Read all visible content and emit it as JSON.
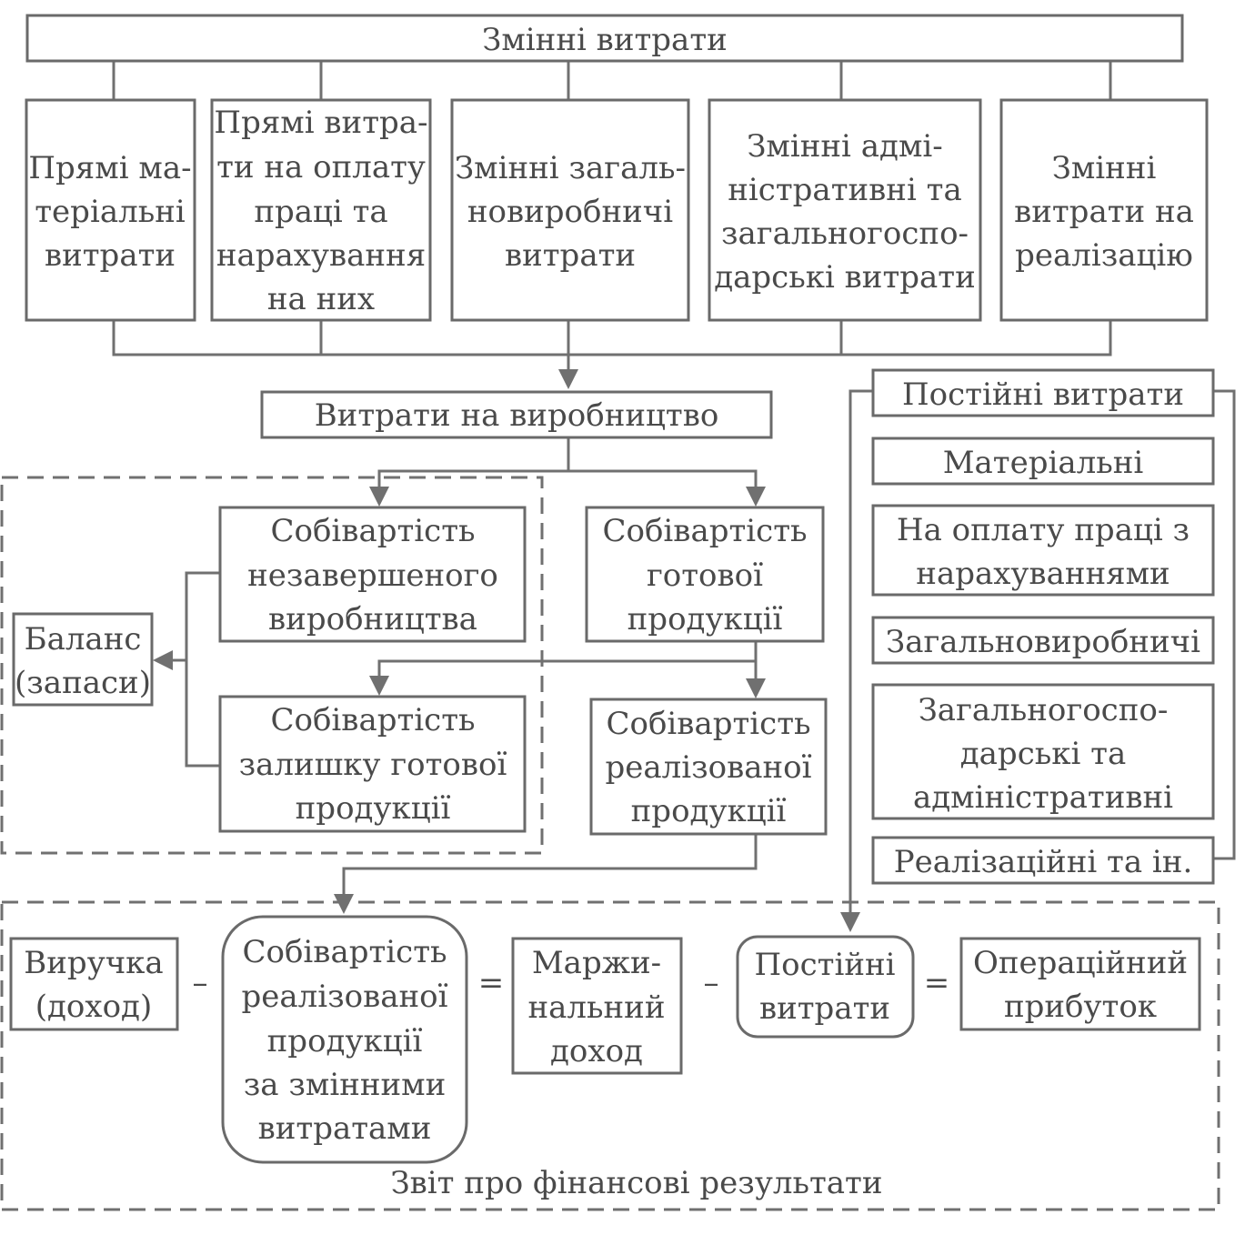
{
  "variable_costs": {
    "title": "Змінні витрати",
    "direct_materials": [
      "Прямі ма-",
      "теріальні",
      "витрати"
    ],
    "direct_labor": [
      "Прямі витра-",
      "ти на оплату",
      "праці та",
      "нарахування",
      "на них"
    ],
    "variable_overhead": [
      "Змінні загаль-",
      "новиробничі",
      "витрати"
    ],
    "variable_admin": [
      "Змінні адмі-",
      "ністративні та",
      "загальногоспо-",
      "дарські витрати"
    ],
    "variable_selling": [
      "Змінні",
      "витрати на",
      "реалізацію"
    ]
  },
  "production_costs": "Витрати на виробництво",
  "wip_cost": [
    "Собівартість",
    "незавершеного",
    "виробництва"
  ],
  "finished_goods_cost": [
    "Собівартість",
    "готової",
    "продукції"
  ],
  "balance": [
    "Баланс",
    "(запаси)"
  ],
  "ending_inventory_cost": [
    "Собівартість",
    "залишку готової",
    "продукції"
  ],
  "cogs": [
    "Собівартість",
    "реалізованої",
    "продукції"
  ],
  "fixed_costs": {
    "title": "Постійні витрати",
    "material": "Матеріальні",
    "labor": [
      "На оплату праці з",
      "нарахуваннями"
    ],
    "overhead": "Загальновиробничі",
    "admin": [
      "Загальногоспо-",
      "дарські та",
      "адміністративні"
    ],
    "selling": "Реалізаційні та ін."
  },
  "income_statement": {
    "revenue": [
      "Виручка",
      "(доход)"
    ],
    "minus1": "–",
    "cogs_variable": [
      "Собівартість",
      "реалізованої",
      "продукції",
      "за змінними",
      "витратами"
    ],
    "equals1": "=",
    "contribution_margin": [
      "Маржи-",
      "нальний",
      "доход"
    ],
    "minus2": "–",
    "fixed_costs": [
      "Постійні",
      "витрати"
    ],
    "equals2": "=",
    "operating_profit": [
      "Операційний",
      "прибуток"
    ],
    "title": "Звіт про фінансові результати"
  }
}
